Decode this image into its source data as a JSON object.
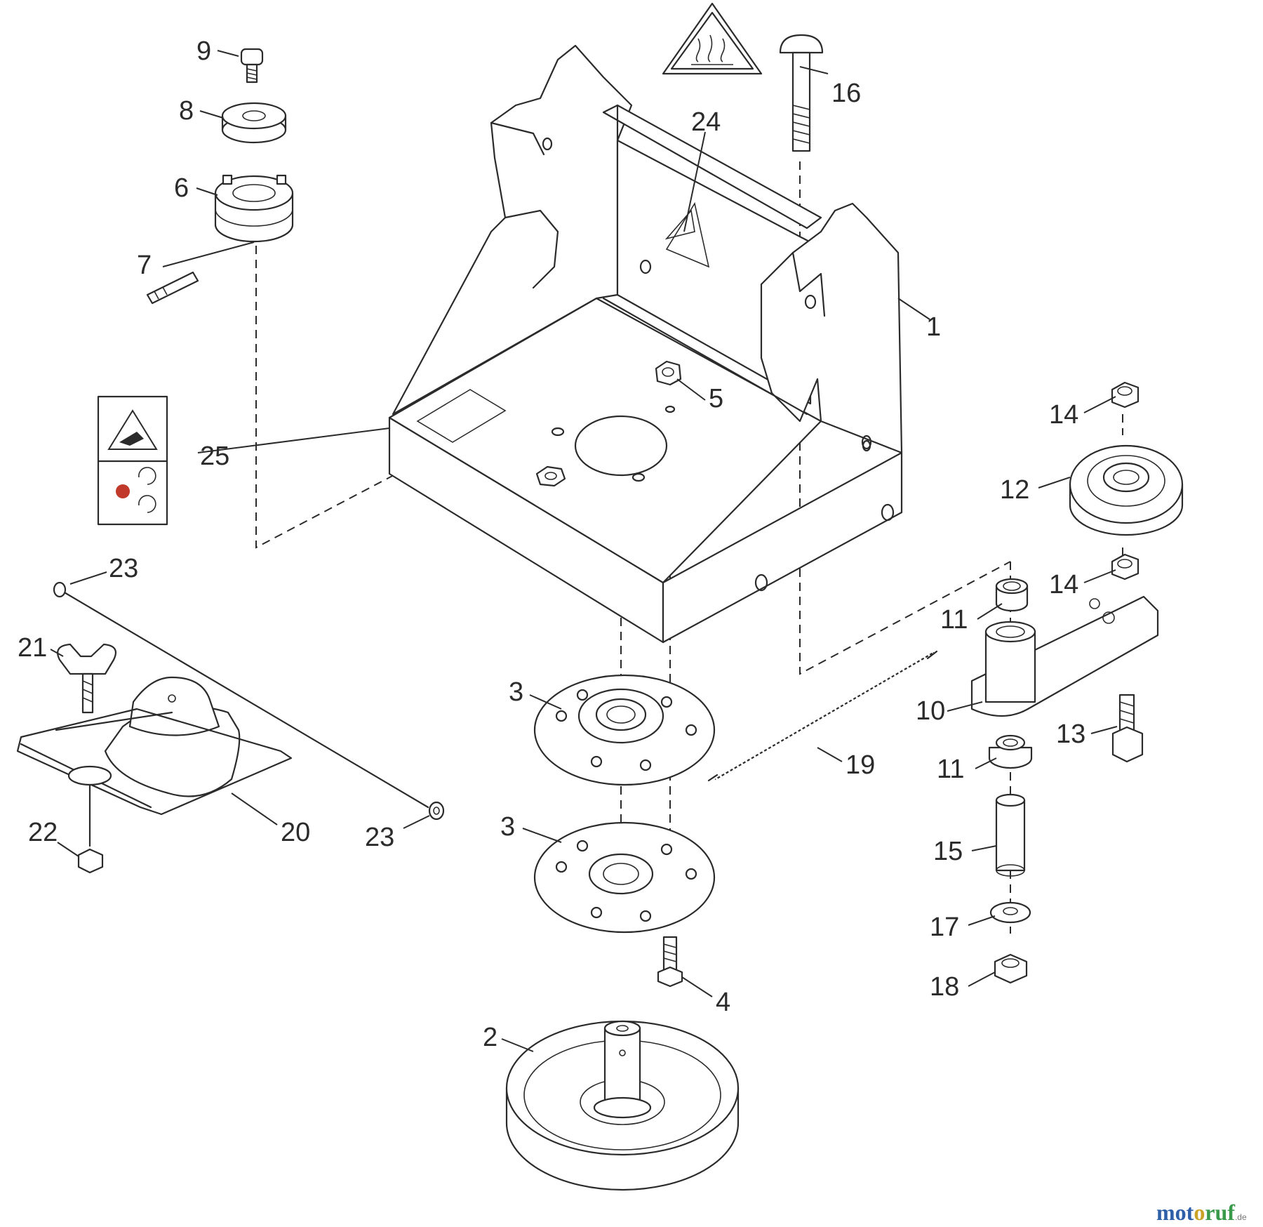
{
  "diagram": {
    "callouts": {
      "c1": "1",
      "c2": "2",
      "c3a": "3",
      "c3b": "3",
      "c4": "4",
      "c5": "5",
      "c6": "6",
      "c7": "7",
      "c8": "8",
      "c9": "9",
      "c10": "10",
      "c11a": "11",
      "c11b": "11",
      "c12": "12",
      "c13": "13",
      "c14a": "14",
      "c14b": "14",
      "c15": "15",
      "c16": "16",
      "c17": "17",
      "c18": "18",
      "c19": "19",
      "c20": "20",
      "c21": "21",
      "c22": "22",
      "c23a": "23",
      "c23b": "23",
      "c24": "24",
      "c25": "25"
    },
    "warning_labels": {
      "hot_surface_icon": "hot-surface-icon",
      "hand_entanglement_icon": "hand-entanglement-icon",
      "rotating_belt_icon": "rotating-belt-icon"
    }
  },
  "watermark": {
    "part1": "mot",
    "part2": "o",
    "part3": "ruf",
    "suffix": ".de"
  },
  "colors": {
    "line": "#2b2b2b",
    "watermark_blue": "#2f5fa8",
    "watermark_yellow": "#c9a227",
    "watermark_green": "#3a9a4b",
    "warning_red": "#c0392b"
  }
}
